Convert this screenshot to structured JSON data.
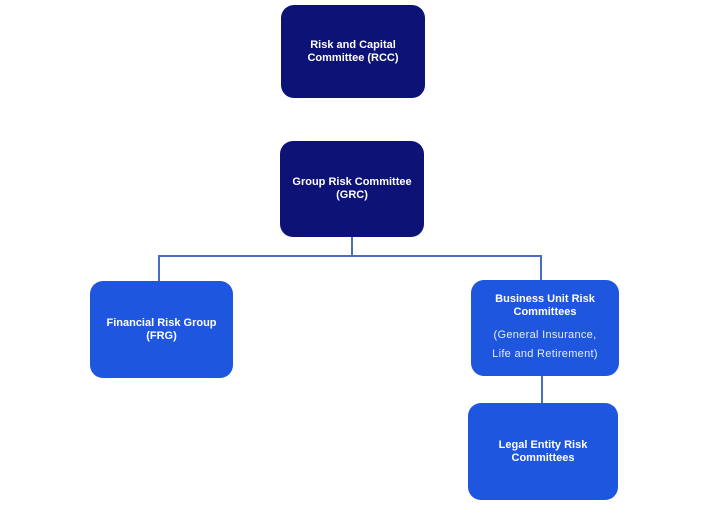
{
  "diagram_type": "org-chart",
  "colors": {
    "dark_box": "#0d1277",
    "light_box": "#1f56e0",
    "connector_line": "#4a6ec0",
    "text": "#ffffff",
    "subtitle_text": "#e6ecfa"
  },
  "nodes": {
    "rcc": {
      "line1": "Risk and Capital",
      "line2": "Committee (RCC)"
    },
    "grc": {
      "line1": "Group Risk Committee",
      "line2": "(GRC)"
    },
    "frg": {
      "line1": "Financial Risk Group",
      "line2": "(FRG)"
    },
    "burc": {
      "line1": "Business Unit Risk",
      "line2": "Committees",
      "sub1": "(General Insurance,",
      "sub2": "Life and Retirement)"
    },
    "lerc": {
      "line1": "Legal Entity Risk",
      "line2": "Committees"
    }
  },
  "edges": [
    {
      "from": "grc",
      "to": "frg"
    },
    {
      "from": "grc",
      "to": "burc"
    },
    {
      "from": "burc",
      "to": "lerc"
    }
  ]
}
